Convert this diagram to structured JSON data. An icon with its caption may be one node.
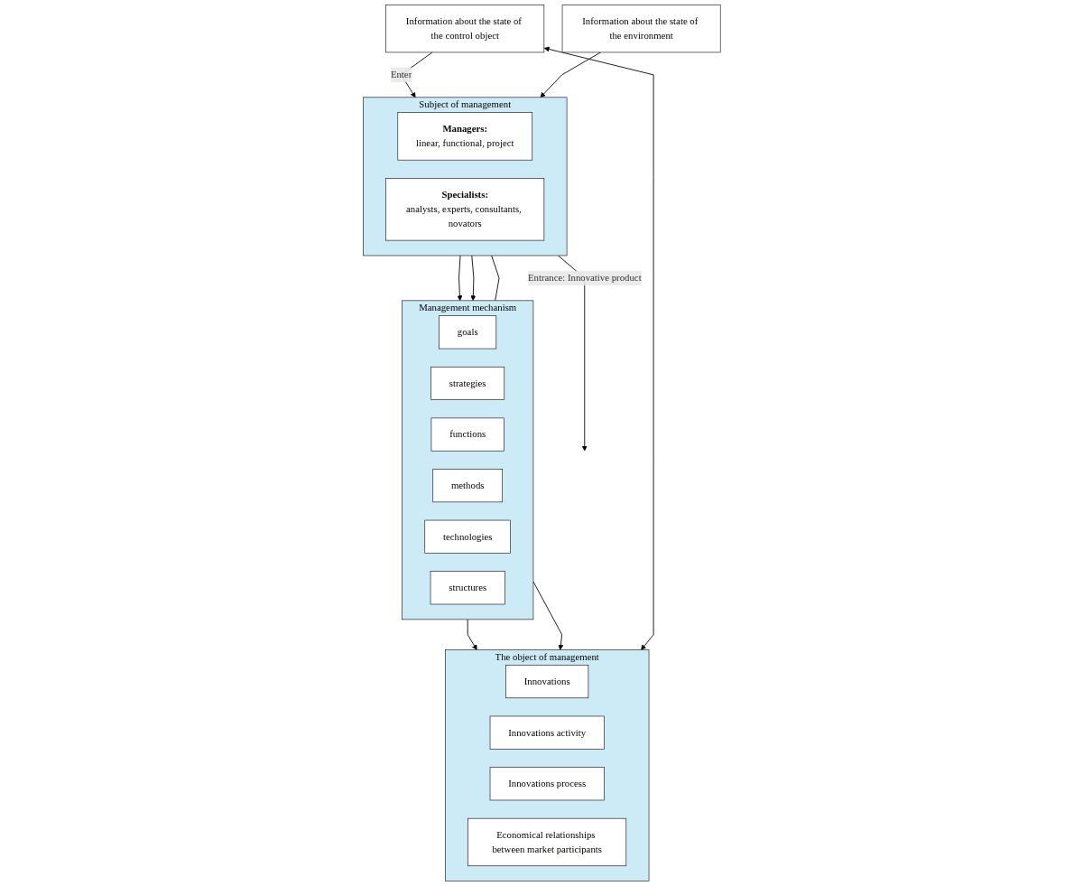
{
  "diagram": {
    "nodes": [
      {
        "text": [
          "Information about the state of the control object"
        ]
      },
      {
        "text": [
          "Information about the state of the environment"
        ]
      },
      {
        "text": [
          "Subject of management"
        ]
      },
      {
        "text": [
          "Managers:",
          "linear, functional, project"
        ],
        "in": 2
      },
      {
        "text": [
          "Specialists:",
          "analysts, experts, consultants, novators"
        ],
        "in": 2
      },
      {
        "text": [
          "Management mechanism"
        ]
      },
      {
        "text": [
          "goals"
        ],
        "in": 5
      },
      {
        "text": [
          "strategies"
        ],
        "in": 5
      },
      {
        "text": [
          "functions"
        ],
        "in": 5
      },
      {
        "text": [
          "methods"
        ],
        "in": 5
      },
      {
        "text": [
          "technologies"
        ],
        "in": 5
      },
      {
        "text": [
          "structures"
        ],
        "in": 5
      },
      {
        "text": [
          "The object of management"
        ]
      },
      {
        "text": [
          "Innovations"
        ],
        "in": 12
      },
      {
        "text": [
          "Innovations activity"
        ],
        "in": 12
      },
      {
        "text": [
          "Innovations process"
        ],
        "in": 12
      },
      {
        "text": [
          "Economical relationships between market participants"
        ],
        "in": 12
      }
    ],
    "edges": [
      {
        "from": 0,
        "to": 2,
        "arrow": "to",
        "label": "Enter"
      },
      {
        "from": 1,
        "to": 2,
        "arrow": "to"
      },
      {
        "from": 2,
        "to": 5,
        "arrow": "to"
      },
      {
        "from": 2,
        "to": 5,
        "arrow": "to"
      },
      {
        "from": 2,
        "to": 5,
        "arrow": "none"
      },
      {
        "from": 2,
        "to": null,
        "arrow": "to",
        "label": "Entrance: Innovative product"
      },
      {
        "from": 5,
        "to": 12,
        "arrow": "to"
      },
      {
        "from": 5,
        "to": 12,
        "arrow": "to"
      },
      {
        "from": 0,
        "to": 12,
        "arrow": "both"
      }
    ]
  }
}
